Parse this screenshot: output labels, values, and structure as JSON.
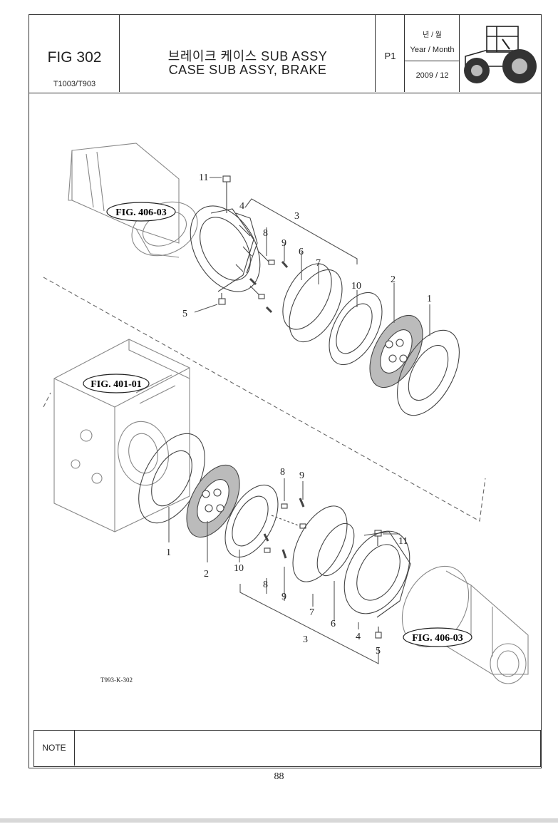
{
  "header": {
    "fig_number": "FIG 302",
    "models": "T1003/T903",
    "title_ko": "브레이크 케이스 SUB ASSY",
    "title_en": "CASE SUB ASSY, BRAKE",
    "page_code": "P1",
    "year_month_ko": "년 / 월",
    "year_month_en": "Year / Month",
    "year_month_value": "2009 / 12",
    "tractor_icon": "tractor-icon"
  },
  "drawing": {
    "fig_ref_upper_housing": "FIG. 406-03",
    "fig_ref_transmission": "FIG. 401-01",
    "fig_ref_lower_housing": "FIG. 406-03",
    "drawing_code": "T993-K-302",
    "upper_labels": {
      "l11": "11",
      "l4": "4",
      "l3": "3",
      "l8": "8",
      "l9": "9",
      "l6": "6",
      "l7": "7",
      "l10": "10",
      "l2": "2",
      "l1": "1",
      "l5": "5"
    },
    "lower_labels": {
      "l8": "8",
      "l9": "9",
      "l11": "11",
      "l1": "1",
      "l2": "2",
      "l10": "10",
      "l8b": "8",
      "l9b": "9",
      "l7": "7",
      "l6": "6",
      "l3": "3",
      "l4": "4",
      "l5": "5"
    }
  },
  "note": {
    "label": "NOTE"
  },
  "footer": {
    "page_number": "88"
  }
}
